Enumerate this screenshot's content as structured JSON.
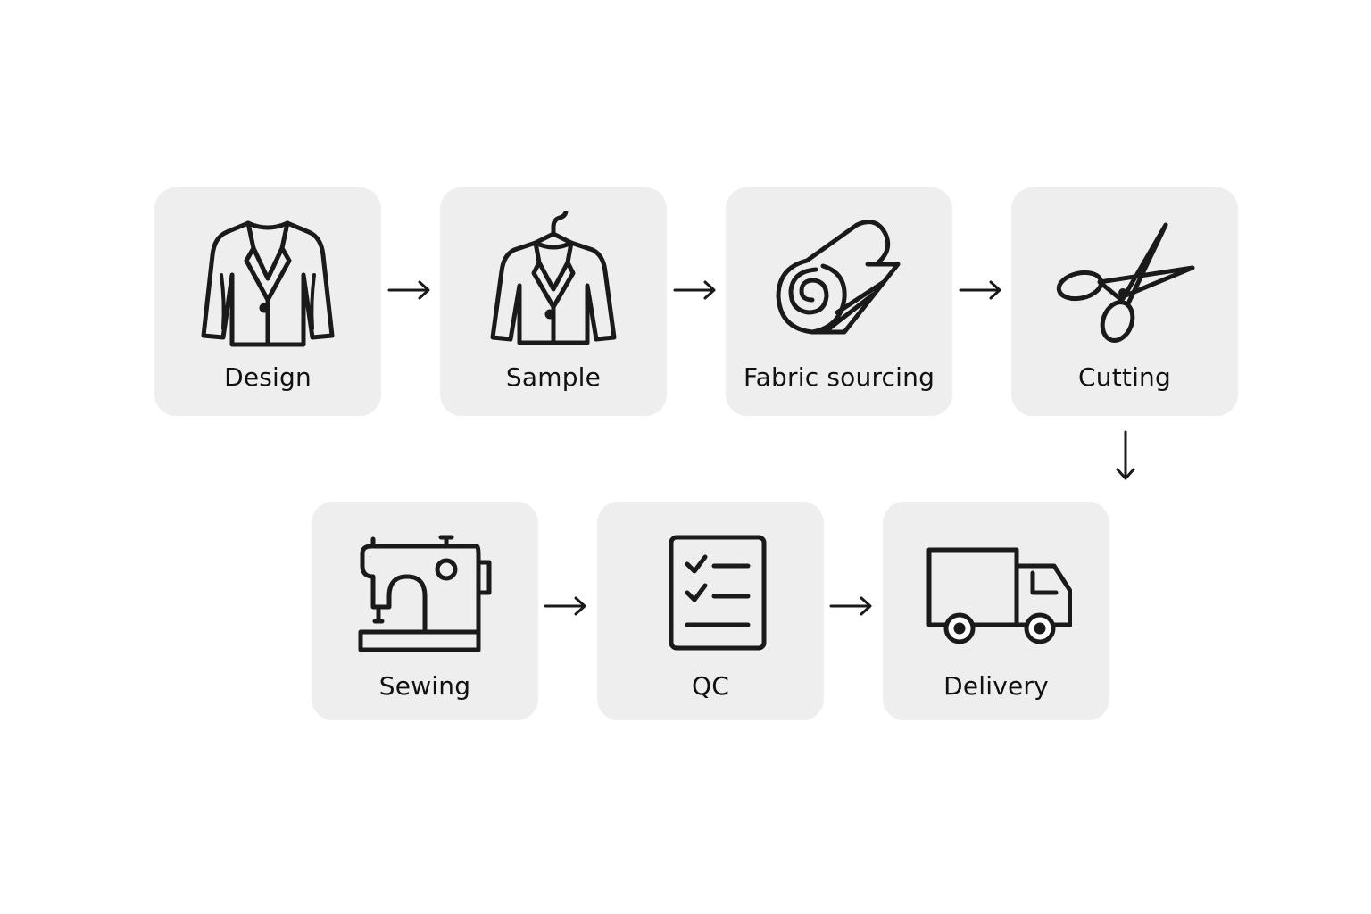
{
  "colors": {
    "background": "#ffffff",
    "card": "#eeeeee",
    "stroke": "#1a1a1a",
    "text": "#111111"
  },
  "steps": [
    {
      "label": "Design",
      "icon": "blazer-icon"
    },
    {
      "label": "Sample",
      "icon": "hanger-jacket-icon"
    },
    {
      "label": "Fabric sourcing",
      "icon": "fabric-roll-icon"
    },
    {
      "label": "Cutting",
      "icon": "scissors-icon"
    },
    {
      "label": "Sewing",
      "icon": "sewing-machine-icon"
    },
    {
      "label": "QC",
      "icon": "checklist-icon"
    },
    {
      "label": "Delivery",
      "icon": "truck-icon"
    }
  ],
  "connectors": [
    {
      "from": "Design",
      "to": "Sample",
      "direction": "right"
    },
    {
      "from": "Sample",
      "to": "Fabric sourcing",
      "direction": "right"
    },
    {
      "from": "Fabric sourcing",
      "to": "Cutting",
      "direction": "right"
    },
    {
      "from": "Cutting",
      "to": "Sewing",
      "direction": "down"
    },
    {
      "from": "Sewing",
      "to": "QC",
      "direction": "right"
    },
    {
      "from": "QC",
      "to": "Delivery",
      "direction": "right"
    }
  ]
}
